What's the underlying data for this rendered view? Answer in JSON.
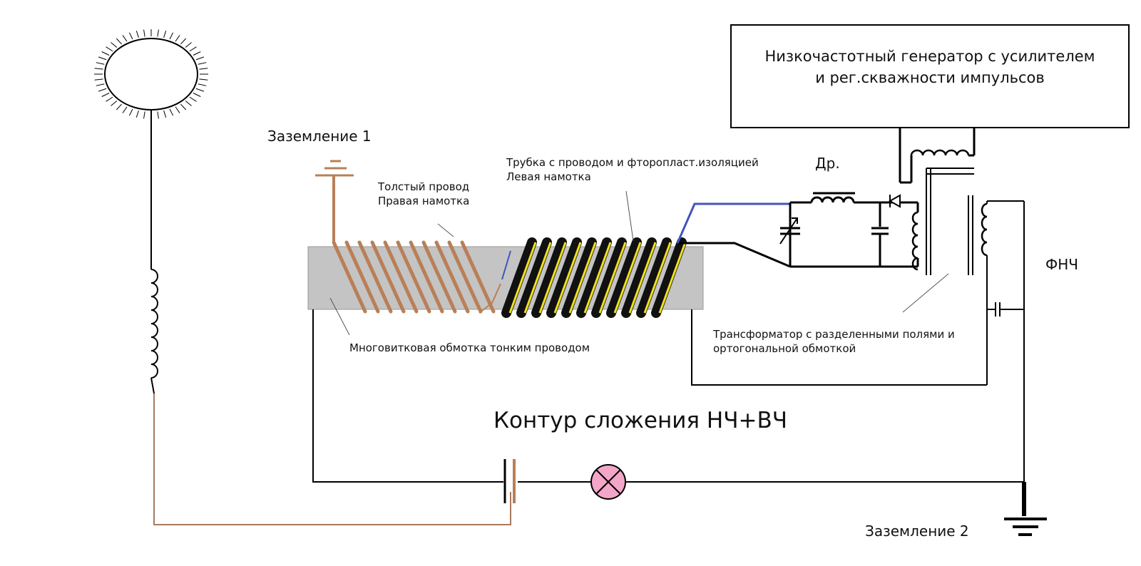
{
  "generator": {
    "line1": "Низкочастотный генератор с усилителем",
    "line2": "и рег.скважности импульсов"
  },
  "labels": {
    "ground1": "Заземление 1",
    "ground2": "Заземление 2",
    "thick_wire_line1": "Толстый провод",
    "thick_wire_line2": "Правая намотка",
    "tube_line1": "Трубка с проводом и фторопласт.изоляцией",
    "tube_line2": "Левая намотка",
    "choke": "Др.",
    "lpf": "ФНЧ",
    "multiturn": "Многовитковая обмотка  тонким проводом",
    "transformer_line1": "Трансформатор с разделенными полями и",
    "transformer_line2": "ортогональной обмоткой",
    "summing_loop": "Контур сложения НЧ+ВЧ"
  },
  "colors": {
    "wire": "#000000",
    "copper": "#b97f57",
    "brown_wire": "#a87a5e",
    "core_gray": "#c4c4c4",
    "insulation_yellow": "#f0e020",
    "blue_wire": "#4455bb",
    "lamp_pink": "#f4a6c8"
  }
}
